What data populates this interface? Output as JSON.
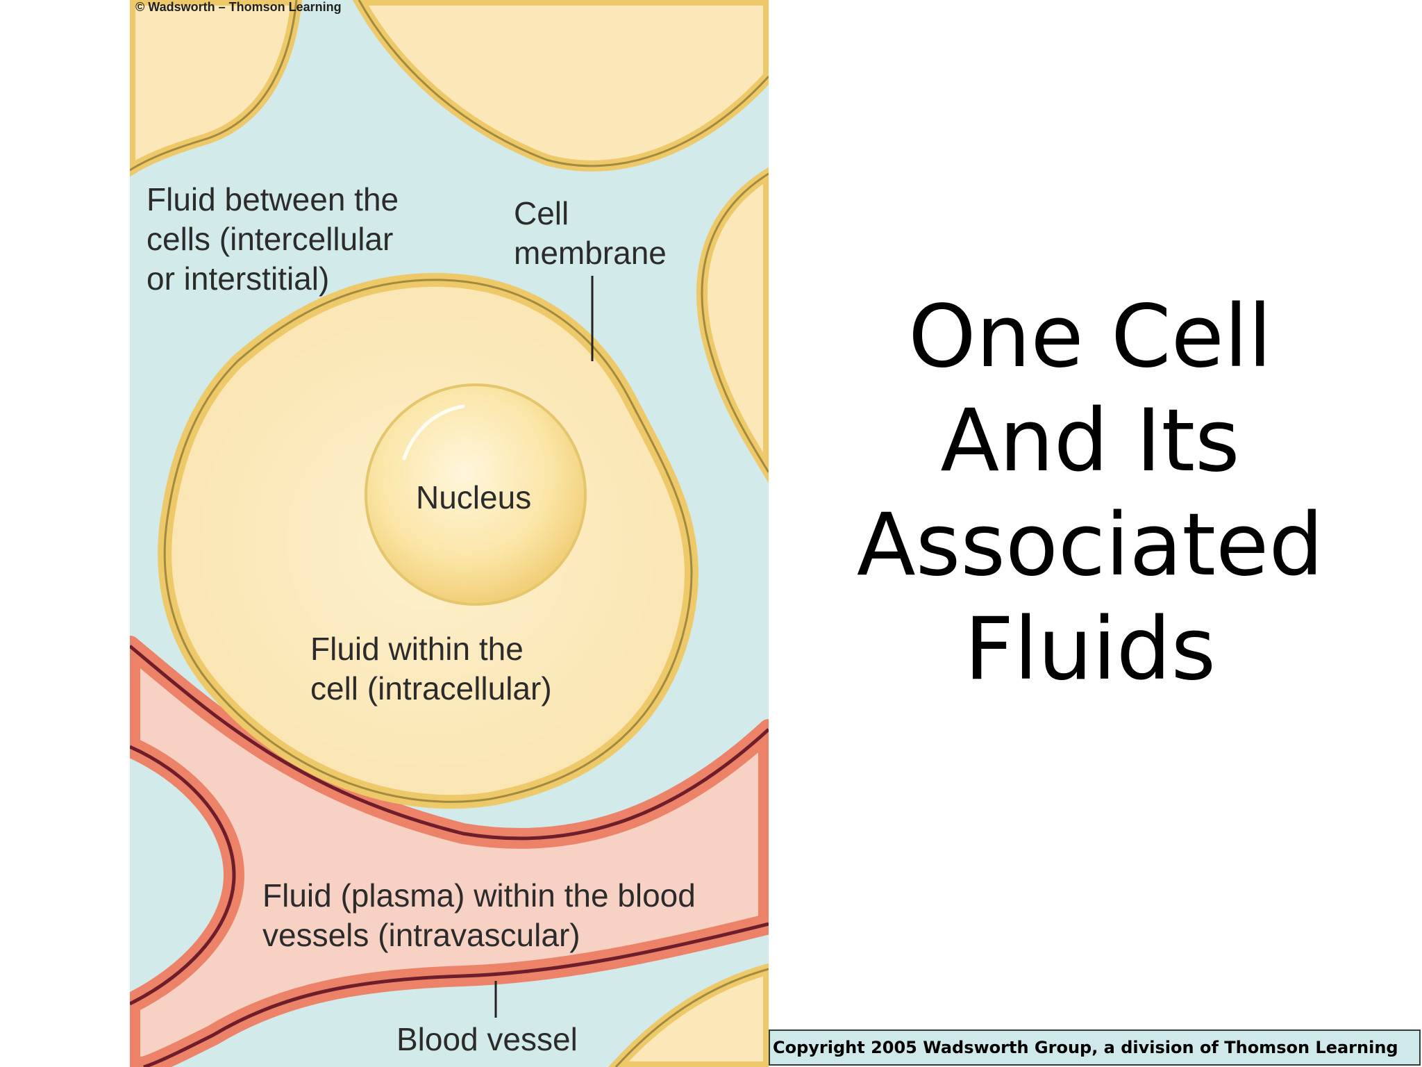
{
  "figure": {
    "credit": "© Wadsworth – Thomson Learning",
    "labels": {
      "interstitial_line1": "Fluid between the",
      "interstitial_line2": "cells (intercellular",
      "interstitial_line3": "or interstitial)",
      "membrane_line1": "Cell",
      "membrane_line2": "membrane",
      "nucleus": "Nucleus",
      "intracellular_line1": "Fluid within the",
      "intracellular_line2": "cell (intracellular)",
      "plasma_line1": "Fluid (plasma) within the blood",
      "plasma_line2": "vessels (intravascular)",
      "vessel": "Blood vessel"
    },
    "colors": {
      "interstitial": "#d3eaea",
      "cell_fill": "#fbe7b7",
      "membrane": "#eec969",
      "membrane_edge": "#a28a3e",
      "vessel_fill": "#f7d2c4",
      "vessel_wall": "#ec8368",
      "vessel_edge": "#6e1d2b"
    }
  },
  "slide": {
    "title_lines": [
      "One Cell",
      "And Its",
      "Associated",
      "Fluids"
    ],
    "copyright": "Copyright 2005 Wadsworth Group, a division of Thomson Learning"
  }
}
